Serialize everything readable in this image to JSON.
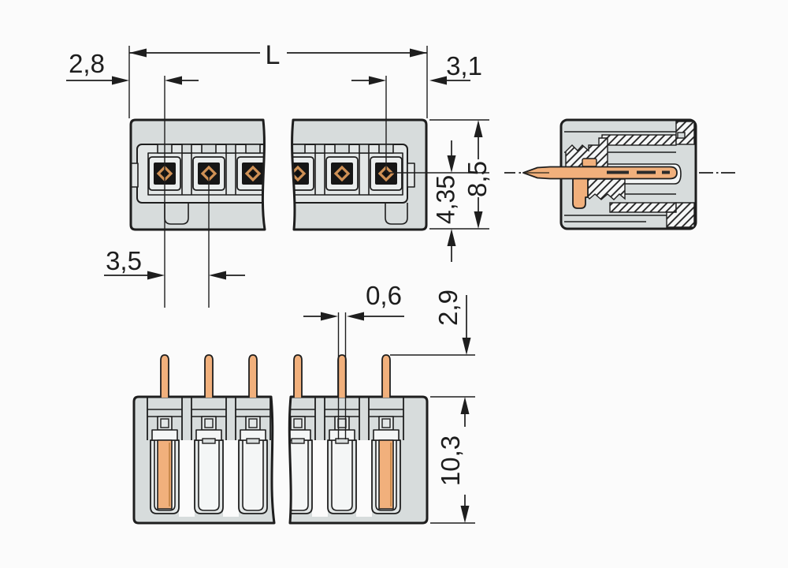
{
  "drawing": {
    "kind": "connector-dimensional-drawing",
    "dimension_labels": {
      "edge_to_first_pin": "2,8",
      "overall_length": "L",
      "last_pin_to_edge": "3,1",
      "pin_pitch": "3,5",
      "pin_axis_to_bottom": "4,35",
      "housing_height": "8,5",
      "pin_thickness": "0,6",
      "pin_protrusion": "2,9",
      "housing_depth": "10,3"
    },
    "colors": {
      "background": "#fbfbfb",
      "housing_gray": "#d7dcdc",
      "inner_gray": "#e3e7e7",
      "pin_copper": "#f1b07c",
      "line": "#1e1e1e"
    }
  }
}
